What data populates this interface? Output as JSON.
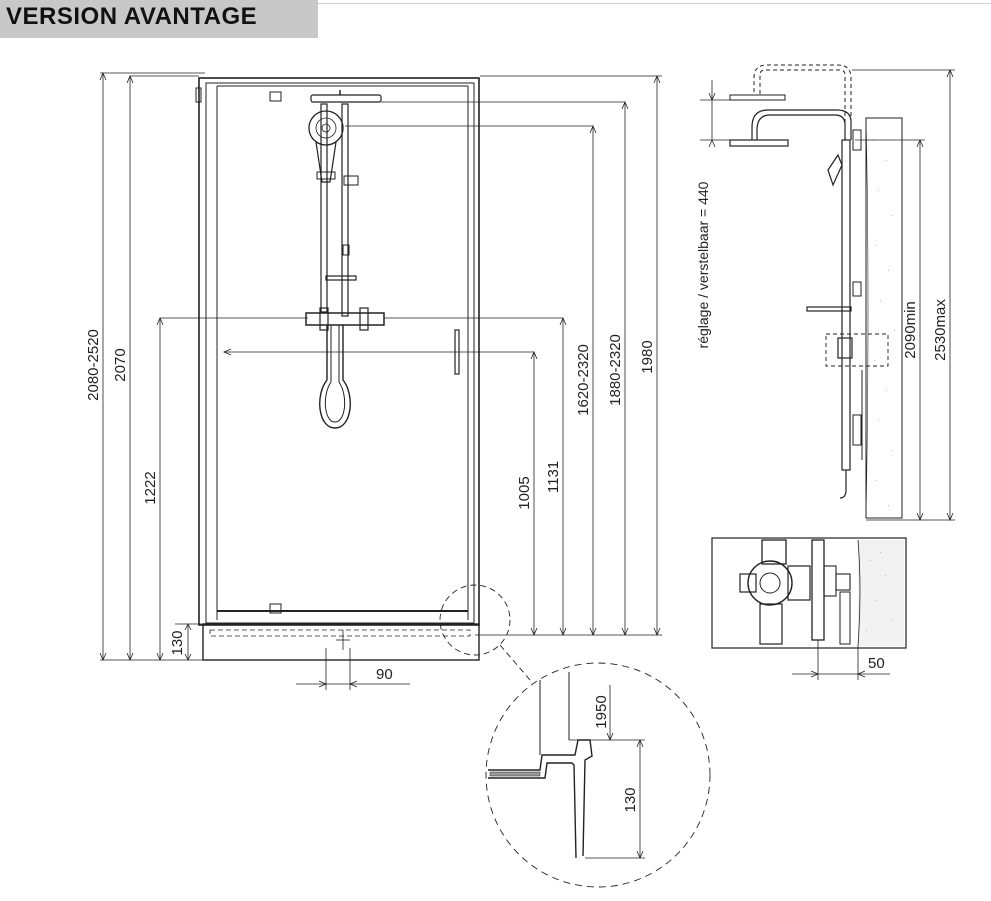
{
  "title": "VERSION AVANTAGE",
  "front_view": {
    "dims": {
      "total_height": "2080-2520",
      "height_2070": "2070",
      "mixer_height": "1222",
      "tray_height": "130",
      "handle_height": "1005",
      "bar_mid_height": "1131",
      "hand_shower_height": "1620-2320",
      "head_height": "1880-2320",
      "door_height": "1980",
      "drain_offset": "90"
    }
  },
  "side_view": {
    "adjust_label": "réglage / verstelbaar = 440",
    "min_label": "2090min",
    "max_label": "2530max"
  },
  "detail_valve": {
    "offset": "50"
  },
  "detail_tray": {
    "step": "1950",
    "rim": "130"
  }
}
